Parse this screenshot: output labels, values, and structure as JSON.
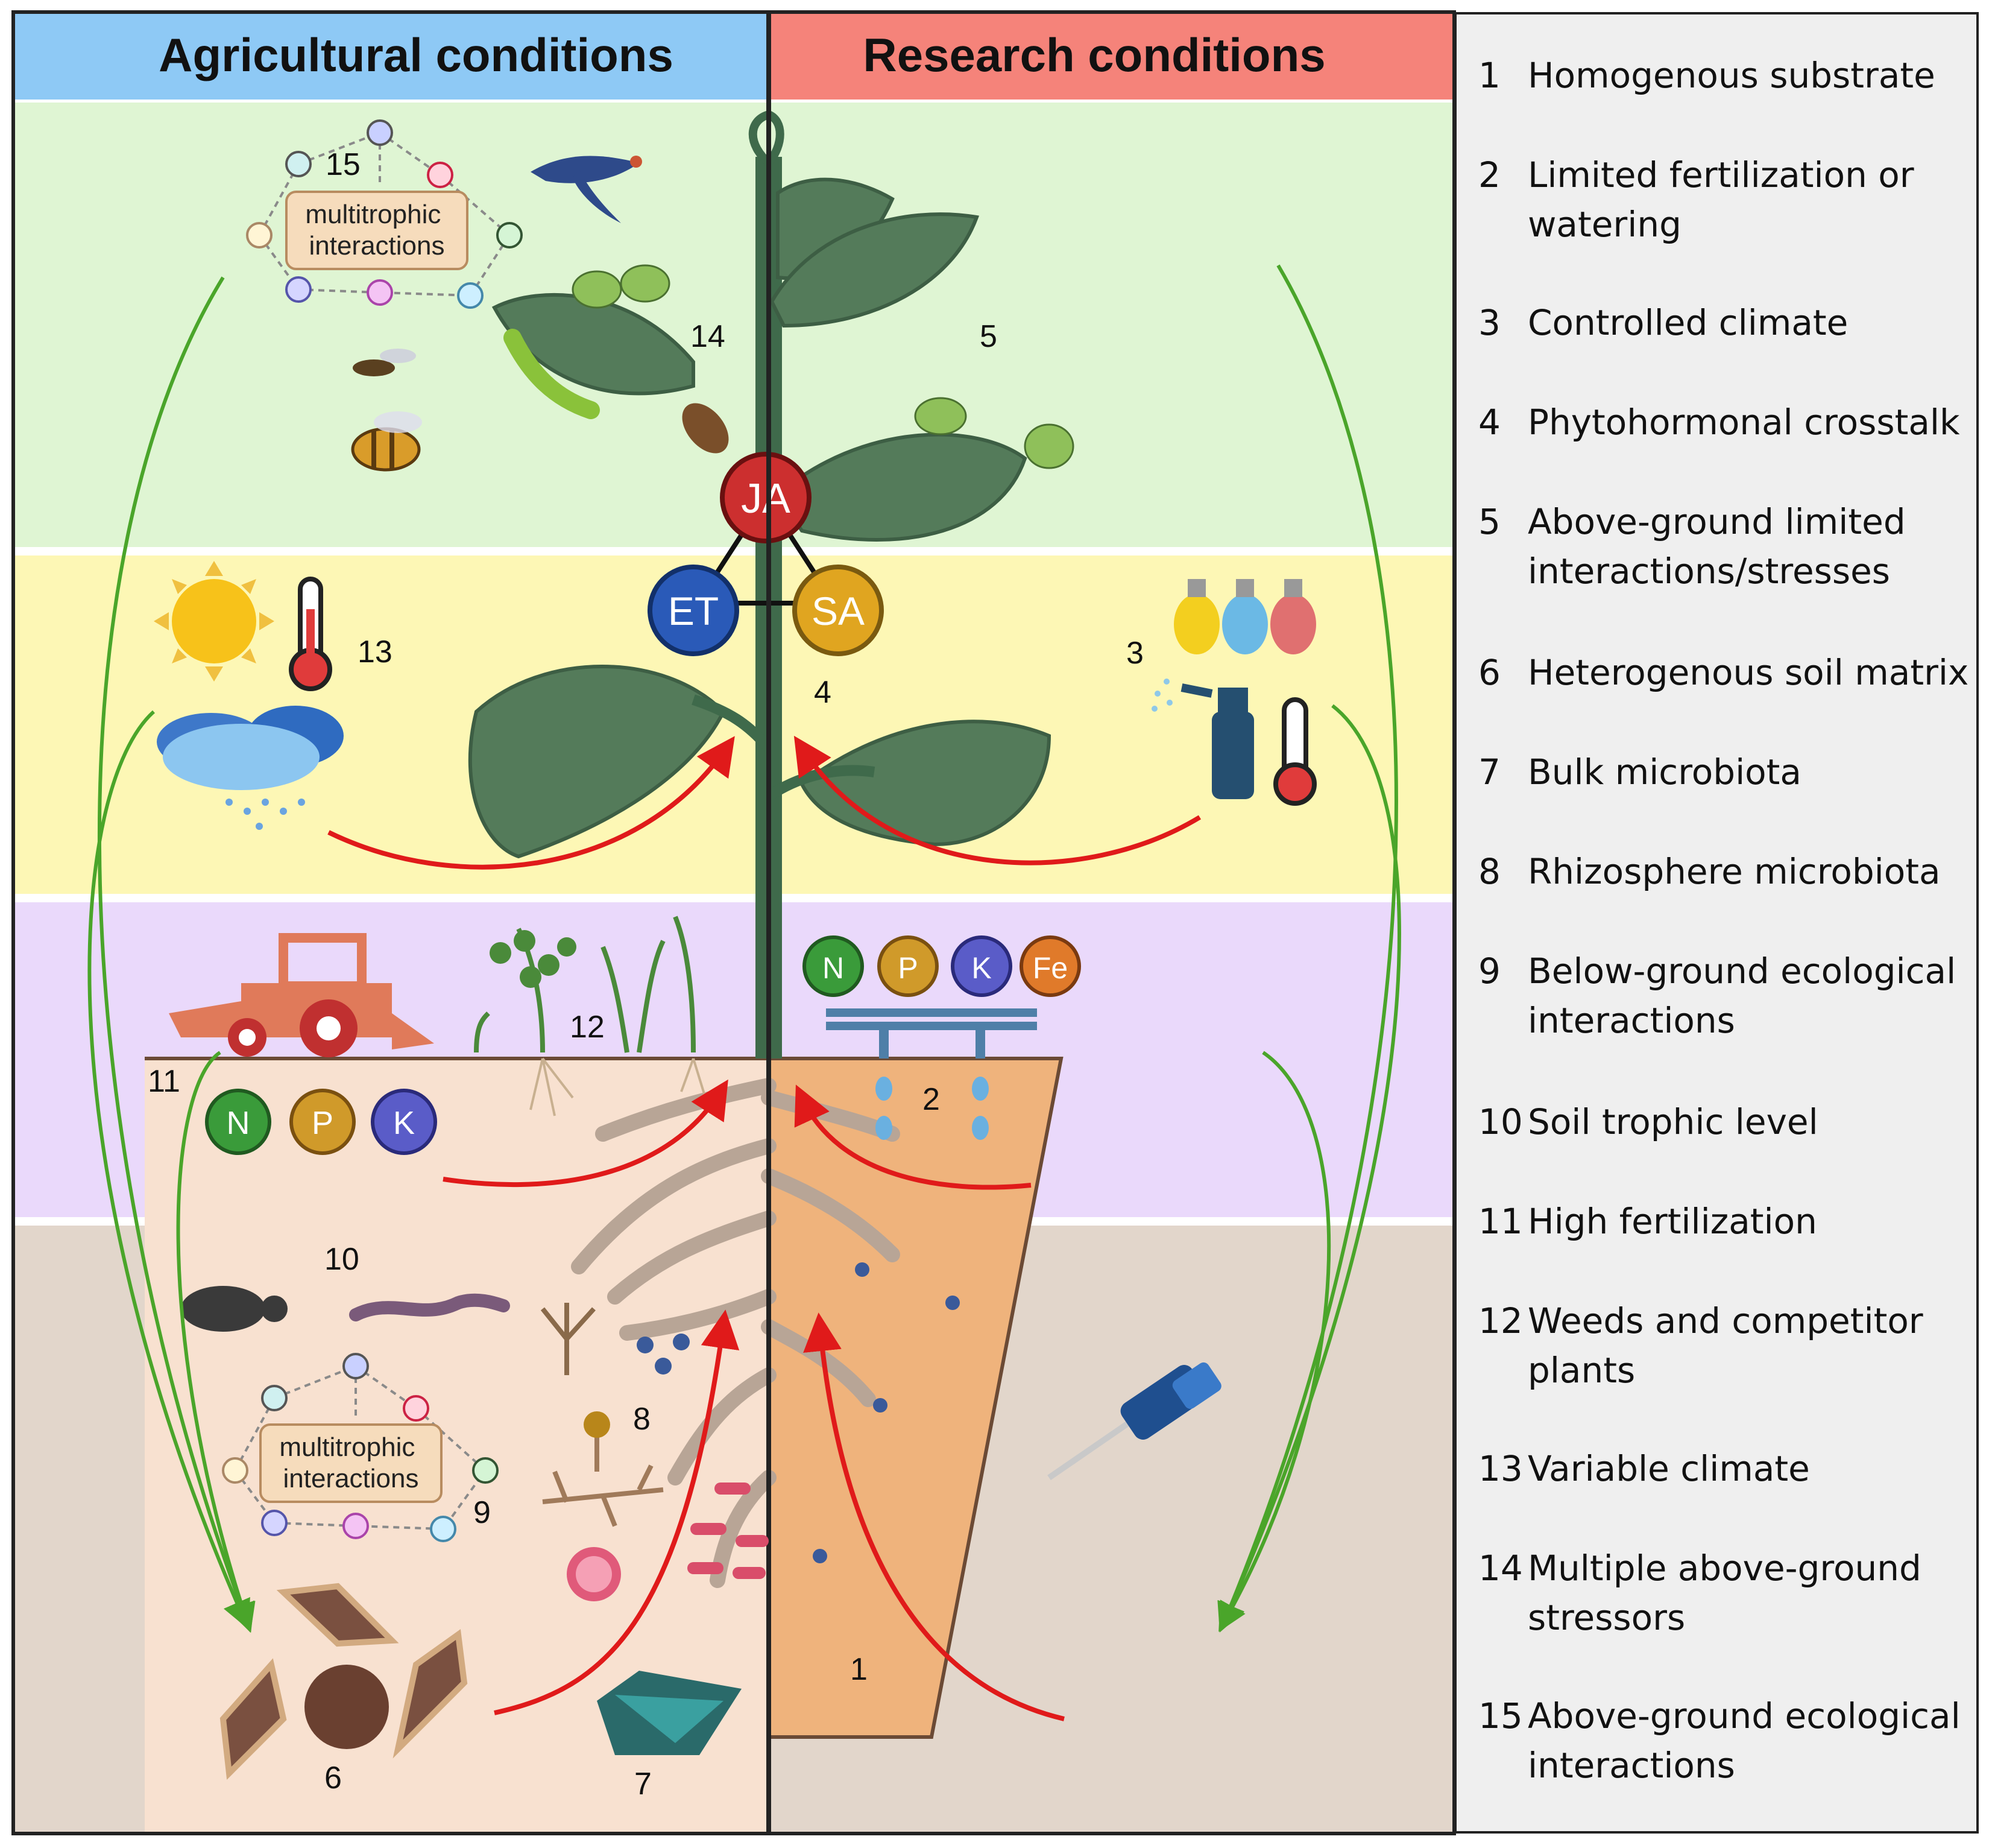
{
  "headers": {
    "left": "Agricultural conditions",
    "right": "Research conditions"
  },
  "hormones": {
    "ja": "JA",
    "et": "ET",
    "sa": "SA"
  },
  "nutrients_soil": [
    "N",
    "P",
    "K"
  ],
  "nutrients_pot": [
    "N",
    "P",
    "K",
    "Fe"
  ],
  "nutrient_colors": {
    "N": "#3a9b3a",
    "P": "#d09a2a",
    "K": "#5a5cc8",
    "Fe": "#e07a2a"
  },
  "multitrophic_label": "multitrophic\ninteractions",
  "diagram_numbers": {
    "n1": "1",
    "n2": "2",
    "n3": "3",
    "n4": "4",
    "n5": "5",
    "n6": "6",
    "n7": "7",
    "n8": "8",
    "n9": "9",
    "n10": "10",
    "n11": "11",
    "n12": "12",
    "n13": "13",
    "n14": "14",
    "n15": "15"
  },
  "colors": {
    "header_left": "#8ec9f5",
    "header_right": "#f5837a",
    "band_above": "#dff5d3",
    "band_climate": "#fdf7b5",
    "band_fert": "#ead9fb",
    "band_soil": "#e2d6cb",
    "soil_left": "#f8e1d0",
    "pot": "#efb37c",
    "stem": "#3f6a4b",
    "arrow_red": "#e01a1a",
    "arrow_green": "#4aa52a"
  },
  "legend": [
    {
      "num": "1",
      "text": "Homogenous substrate"
    },
    {
      "num": "2",
      "text": "Limited fertilization or\n watering"
    },
    {
      "num": "3",
      "text": "Controlled climate"
    },
    {
      "num": "4",
      "text": "Phytohormonal crosstalk"
    },
    {
      "num": "5",
      "text": "Above-ground limited\n interactions/stresses"
    },
    {
      "num": "6",
      "text": "Heterogenous soil matrix"
    },
    {
      "num": "7",
      "text": "Bulk microbiota"
    },
    {
      "num": "8",
      "text": "Rhizosphere microbiota"
    },
    {
      "num": "9",
      "text": "Below-ground ecological\n interactions"
    },
    {
      "num": "10",
      "text": "Soil trophic level"
    },
    {
      "num": "11",
      "text": "High fertilization"
    },
    {
      "num": "12",
      "text": "Weeds and competitor\n plants"
    },
    {
      "num": "13",
      "text": "Variable climate"
    },
    {
      "num": "14",
      "text": "Multiple above-ground\n stressors"
    },
    {
      "num": "15",
      "text": "Above-ground ecological\n interactions"
    }
  ]
}
